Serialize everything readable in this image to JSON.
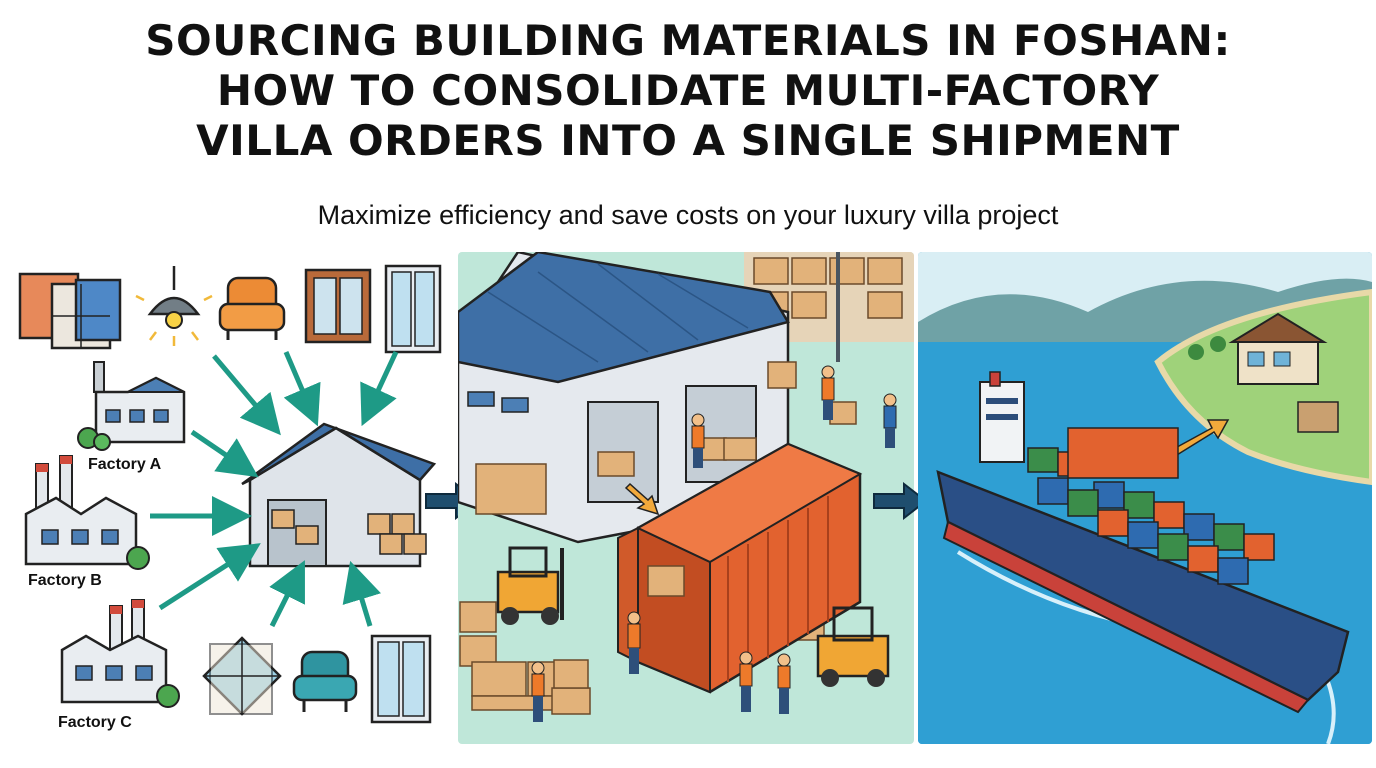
{
  "header": {
    "title_line1": "SOURCING BUILDING MATERIALS IN FOSHAN:",
    "title_line2": "HOW TO CONSOLIDATE MULTI-FACTORY",
    "title_line3": "VILLA ORDERS INTO A SINGLE SHIPMENT",
    "subtitle": "Maximize efficiency and save costs on your luxury villa project"
  },
  "left_panel": {
    "factories": [
      {
        "label": "Factory A"
      },
      {
        "label": "Factory B"
      },
      {
        "label": "Factory C"
      }
    ],
    "materials": [
      "tiles-icon",
      "pendant-lamp-icon",
      "armchair-icon",
      "window-frame-icon",
      "sliding-window-icon",
      "marble-tile-icon",
      "teal-armchair-icon",
      "door-window-icon"
    ]
  },
  "colors": {
    "arrow_teal": "#1e9a86",
    "flow_arrow": "#1f4e6e",
    "warehouse_roof": "#3e6fa6",
    "container_orange": "#e2622f",
    "ocean": "#2f9fd3",
    "mid_bg": "#bfe7d9",
    "highlight_arrow": "#f2a93b"
  }
}
